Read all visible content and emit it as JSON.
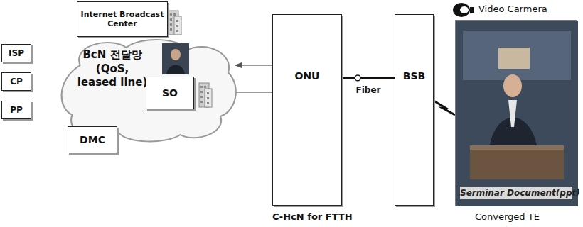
{
  "diagram": {
    "nodes": [
      {
        "text": [
          "Internet Broadcast Center"
        ]
      },
      {
        "text": [
          "BcN 전달망 (QoS, leased line)"
        ]
      },
      {
        "text": [
          "ISP"
        ]
      },
      {
        "text": [
          "CP"
        ]
      },
      {
        "text": [
          "PP"
        ]
      },
      {
        "text": [
          "SO"
        ]
      },
      {
        "text": [
          "DMC"
        ]
      },
      {
        "text": [
          "ONU"
        ]
      },
      {
        "text": [
          "BSB"
        ]
      },
      {
        "text": [
          "Video Carmera",
          "Serminar Document(ppt)"
        ]
      }
    ],
    "edges": [
      {
        "from": 7,
        "to": 1,
        "arrow": "to"
      },
      {
        "from": 5,
        "to": 7,
        "arrow": "none"
      },
      {
        "from": 7,
        "to": 8,
        "label": "Fiber",
        "arrow": "none"
      },
      {
        "from": 8,
        "to": 9,
        "arrow": "none"
      }
    ],
    "labels": [
      "C-HcN for FTTH",
      "Converged TE"
    ]
  }
}
